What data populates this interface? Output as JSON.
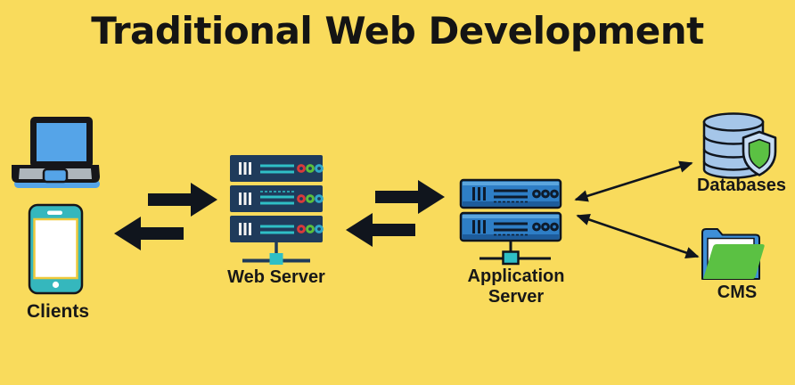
{
  "title": "Traditional Web Development",
  "nodes": {
    "clients": {
      "label": "Clients",
      "icons": [
        "laptop-icon",
        "smartphone-icon"
      ]
    },
    "web_server": {
      "label": "Web Server",
      "icon": "server-rack-icon",
      "units": 3
    },
    "application_server": {
      "label": "Application Server",
      "icon": "server-rack-icon",
      "units": 2
    },
    "databases": {
      "label": "Databases",
      "icon": "database-shield-icon"
    },
    "cms": {
      "label": "CMS",
      "icon": "open-folder-icon"
    }
  },
  "connections": [
    {
      "from": "clients",
      "to": "web_server",
      "style": "thick-block-arrows",
      "direction": "bidirectional"
    },
    {
      "from": "web_server",
      "to": "application_server",
      "style": "thick-block-arrows",
      "direction": "bidirectional"
    },
    {
      "from": "application_server",
      "to": "databases",
      "style": "thin-line-arrow",
      "direction": "bidirectional"
    },
    {
      "from": "application_server",
      "to": "cms",
      "style": "thin-line-arrow",
      "direction": "bidirectional"
    }
  ],
  "colors": {
    "background": "#F9DB5C",
    "title_text": "#141414",
    "arrow_black": "#10151D",
    "web_server_body": "#1F3B5B",
    "server_accent_teal": "#2FBFC6",
    "led_red": "#D93A3A",
    "led_green": "#5BBE3C",
    "led_cyan": "#2FA9C9",
    "app_server_body": "#2E7EC6",
    "app_server_shade": "#1D5C9C",
    "laptop_screen_blue": "#55A4E8",
    "laptop_deck_gray": "#AEB6BC",
    "phone_teal": "#35B7BD",
    "phone_screen_border": "#EFC93B",
    "database_blue": "#A5C6E9",
    "shield_fill": "#C6DCF3",
    "shield_green": "#5BC143",
    "folder_blue": "#3E8FD8",
    "folder_green": "#5BC143"
  }
}
